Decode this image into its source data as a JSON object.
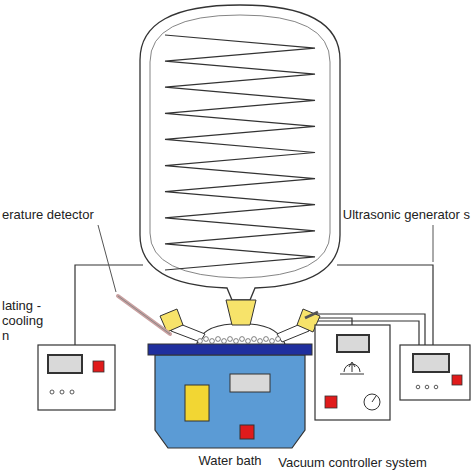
{
  "diagram": {
    "nodes": [
      {
        "text": [
          "lating -cooling n"
        ]
      },
      {
        "text": [
          "Water bath"
        ]
      },
      {
        "text": [
          "Vacuum controller system"
        ]
      }
    ],
    "labels": [
      "erature detector",
      "Ultrasonic generator s"
    ]
  }
}
